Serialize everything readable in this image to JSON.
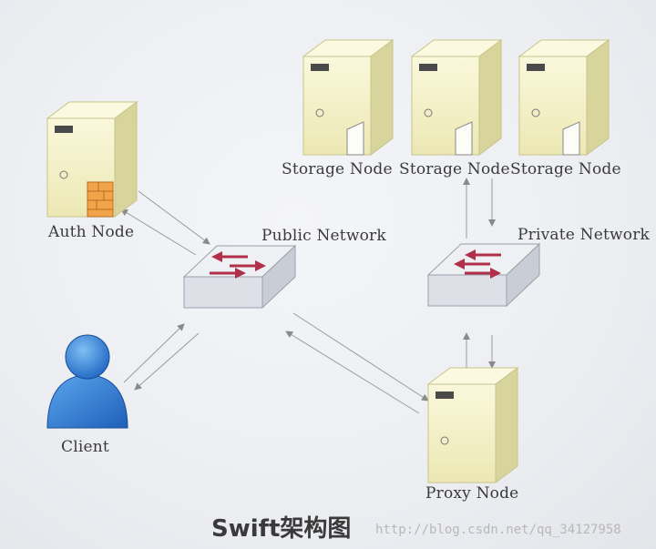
{
  "labels": {
    "storage_1": "Storage Node",
    "storage_2": "Storage Node",
    "storage_3": "Storage Node",
    "auth": "Auth Node",
    "public_network": "Public Network",
    "private_network": "Private Network",
    "client": "Client",
    "proxy": "Proxy Node"
  },
  "title": "Swift架构图",
  "watermark": "http://blog.csdn.net/qq_34127958",
  "colors": {
    "server_front": "#f4f1c8",
    "server_side": "#d7d49c",
    "server_top": "#fbf9e0",
    "switch_top": "#eef0f3",
    "switch_side": "#c9ced6",
    "switch_arrow": "#b0304a",
    "client_blue": "#2f7fd8",
    "line": "#9a9a9a"
  }
}
